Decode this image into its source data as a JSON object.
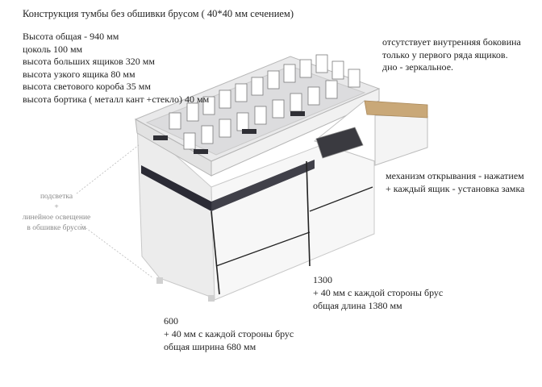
{
  "title": "Конструкция тумбы без обшивки брусом ( 40*40 мм сечением)",
  "specs": [
    "Высота общая - 940 мм",
    "цоколь 100 мм",
    "высота больших ящиков 320 мм",
    "высота узкого ящика 80 мм",
    "высота светового короба 35 мм",
    "высота бортика ( металл кант +стекло) 40 мм"
  ],
  "note_top": [
    "отсутствует внутренняя боковина",
    "только у первого ряда ящиков.",
    "дно - зеркальное."
  ],
  "mechanism": [
    "механизм открывания - нажатием",
    "+ каждый ящик - установка замка"
  ],
  "lighting": [
    "подсветка",
    "+",
    "линейное освещение",
    "в обшивке брусом"
  ],
  "dim_length": [
    "1300",
    "+ 40 мм с каждой стороны брус",
    "общая длина 1380 мм"
  ],
  "dim_width": [
    "600",
    "+ 40 мм с каждой стороны брус",
    "общая ширина 680 мм"
  ],
  "colors": {
    "cabinet": "#f4f4f4",
    "dark_stripe": "#2b2b35",
    "drawer_wood": "#c9a878",
    "glass_edge": "#bdbdbd"
  }
}
